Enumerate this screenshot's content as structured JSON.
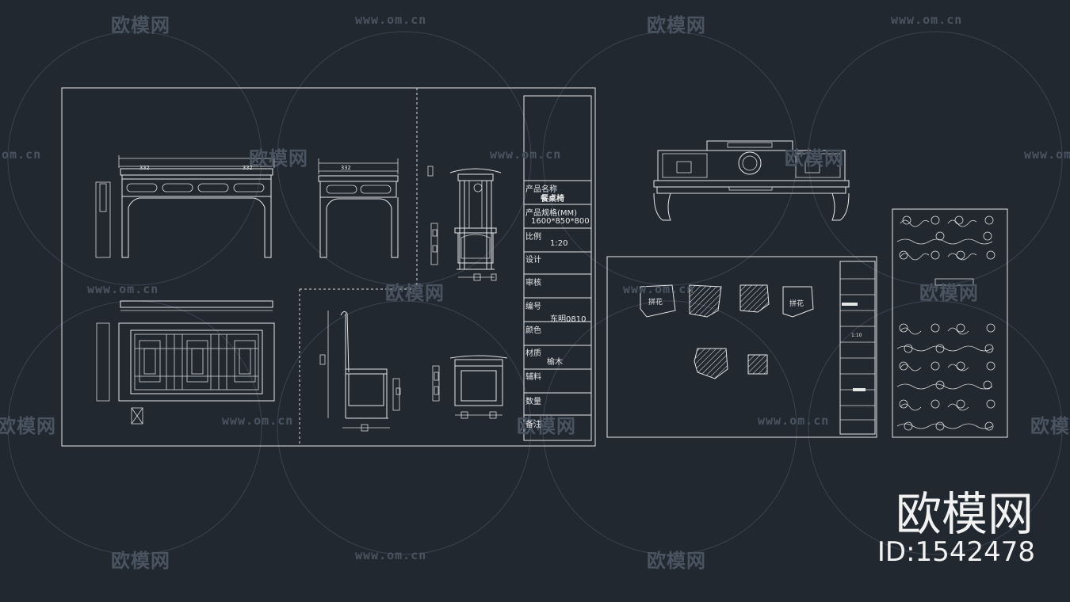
{
  "colors": {
    "background": "#212830",
    "lines": "#e6e6e6",
    "watermark": "#4a5461"
  },
  "watermark": {
    "logo_text": "欧模网",
    "url_text": "www.om.cn",
    "partial_url": "om.cn"
  },
  "brand": {
    "name": "欧模网",
    "id": "ID:1542478"
  },
  "title_block": {
    "product_name_label": "产品名称",
    "product_name_value": "餐桌椅",
    "spec_label": "产品规格(MM)",
    "spec_value": "1600*850*800",
    "scale_label": "比例",
    "scale_value": "1:20",
    "design_label": "设计",
    "review_label": "审核",
    "number_label": "编号",
    "number_value": "东明0810",
    "color_label": "颜色",
    "material_label": "材质",
    "material_value": "榆木",
    "accessory_label": "辅料",
    "quantity_label": "数量",
    "remark_label": "备注"
  },
  "drawing_notes": {
    "dim_332_a": "332",
    "dim_332_b": "332",
    "dim_332_c": "332",
    "panel_label_1": "拼花",
    "panel_label_2": "拼花",
    "small_scale": "1:10"
  }
}
